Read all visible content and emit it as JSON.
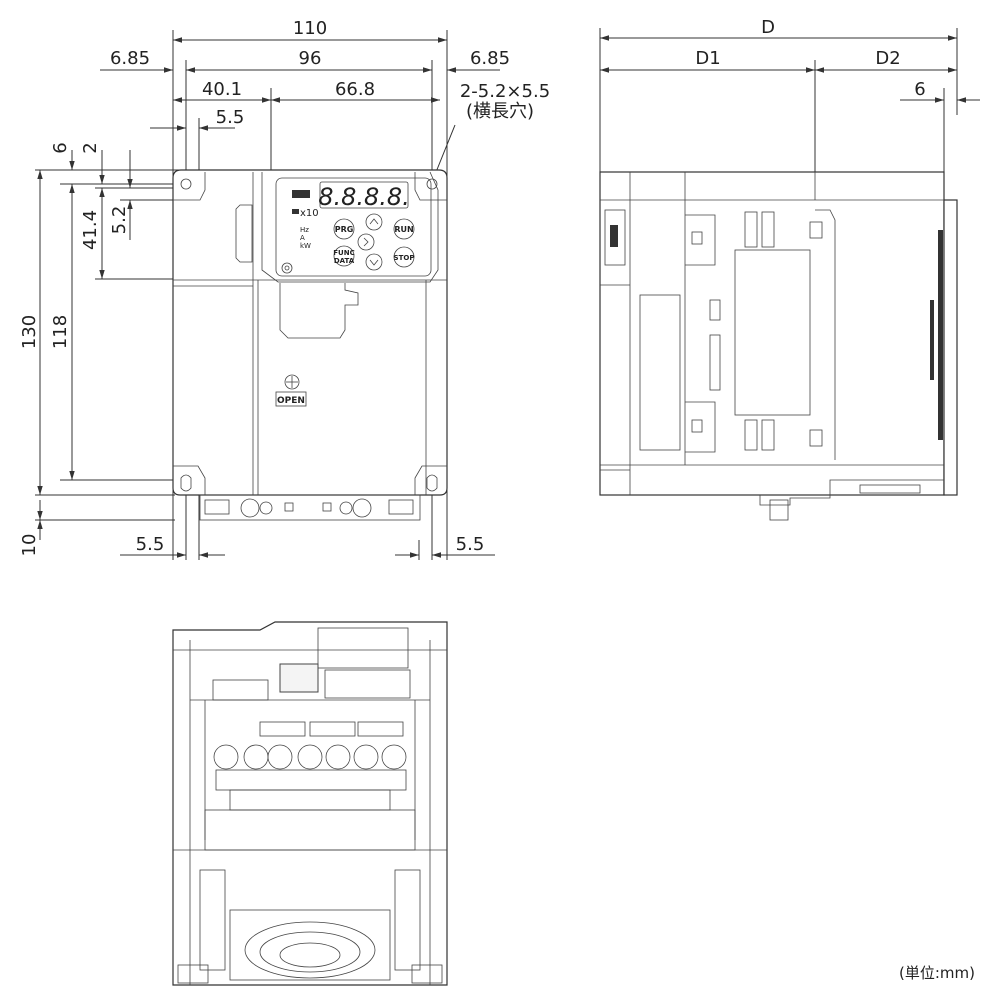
{
  "front_view": {
    "dims": {
      "w_total": "110",
      "w_side_left": "6.85",
      "w_mount": "96",
      "w_side_right": "6.85",
      "w_left_seg": "40.1",
      "w_right_seg": "66.8",
      "slot_x": "5.5",
      "h_total": "130",
      "h_mount": "118",
      "h_top_offset": "6",
      "h_hole": "2",
      "h_panel": "41.4",
      "h_slot": "5.2",
      "h_bottom": "10",
      "bottom_left_offset": "5.5",
      "bottom_right_offset": "5.5"
    },
    "hole_note_line1": "2-5.2×5.5",
    "hole_note_line2": "(横長穴)",
    "panel": {
      "display": "8.8.8.8.",
      "x10": "x10",
      "hz": "Hz",
      "a": "A",
      "kw": "kW",
      "prg": "PRG",
      "run": "RUN",
      "func": "FUNC",
      "data": "DATA",
      "stop": "STOP"
    },
    "open_label": "OPEN"
  },
  "side_view": {
    "dims": {
      "d_total": "D",
      "d1": "D1",
      "d2": "D2",
      "d_step": "6"
    }
  },
  "unit_note": "(単位:mm)"
}
